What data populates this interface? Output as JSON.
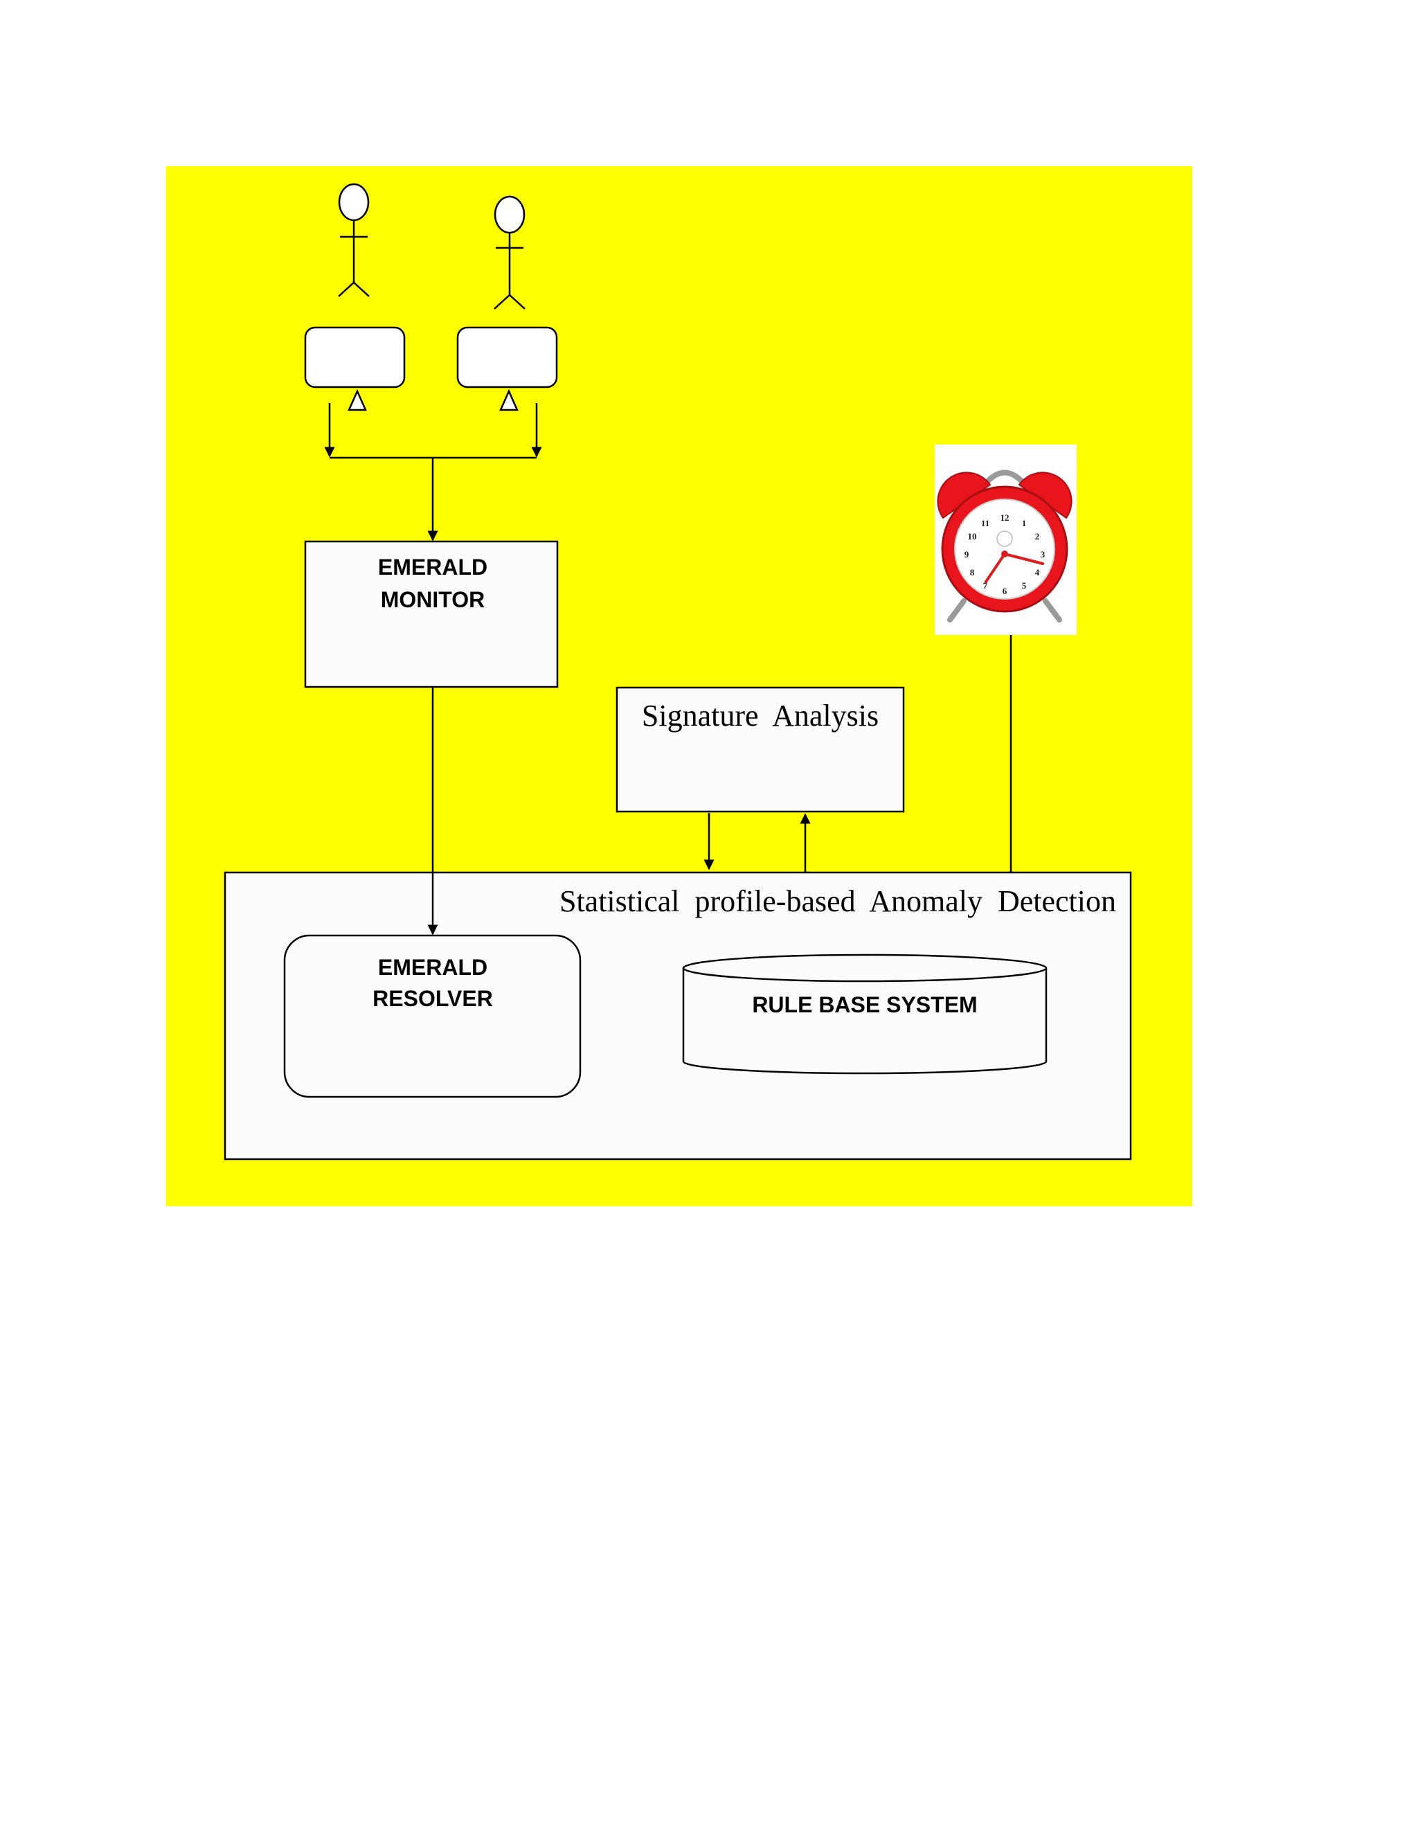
{
  "colors": {
    "panel_background": "#ffff00",
    "box_fill": "#fbfcfb",
    "line": "#000000",
    "clock_red": "#e8161c",
    "clock_hand": "#d81e1e"
  },
  "monitor": {
    "line1": "EMERALD",
    "line2": "MONITOR"
  },
  "signature": {
    "label": "Signature  Analysis"
  },
  "anomaly": {
    "label": "Statistical  profile-based  Anomaly  Detection"
  },
  "resolver": {
    "line1": "EMERALD",
    "line2": "RESOLVER"
  },
  "rulebase": {
    "label": "RULE BASE SYSTEM"
  },
  "icons": {
    "actors": [
      "person-icon",
      "person-icon"
    ],
    "terminals": [
      "terminal-icon",
      "terminal-icon"
    ],
    "clock": "alarm-clock-icon"
  },
  "clock_face": {
    "numbers": [
      "12",
      "1",
      "2",
      "3",
      "4",
      "5",
      "6",
      "7",
      "8",
      "9",
      "10",
      "11"
    ]
  }
}
